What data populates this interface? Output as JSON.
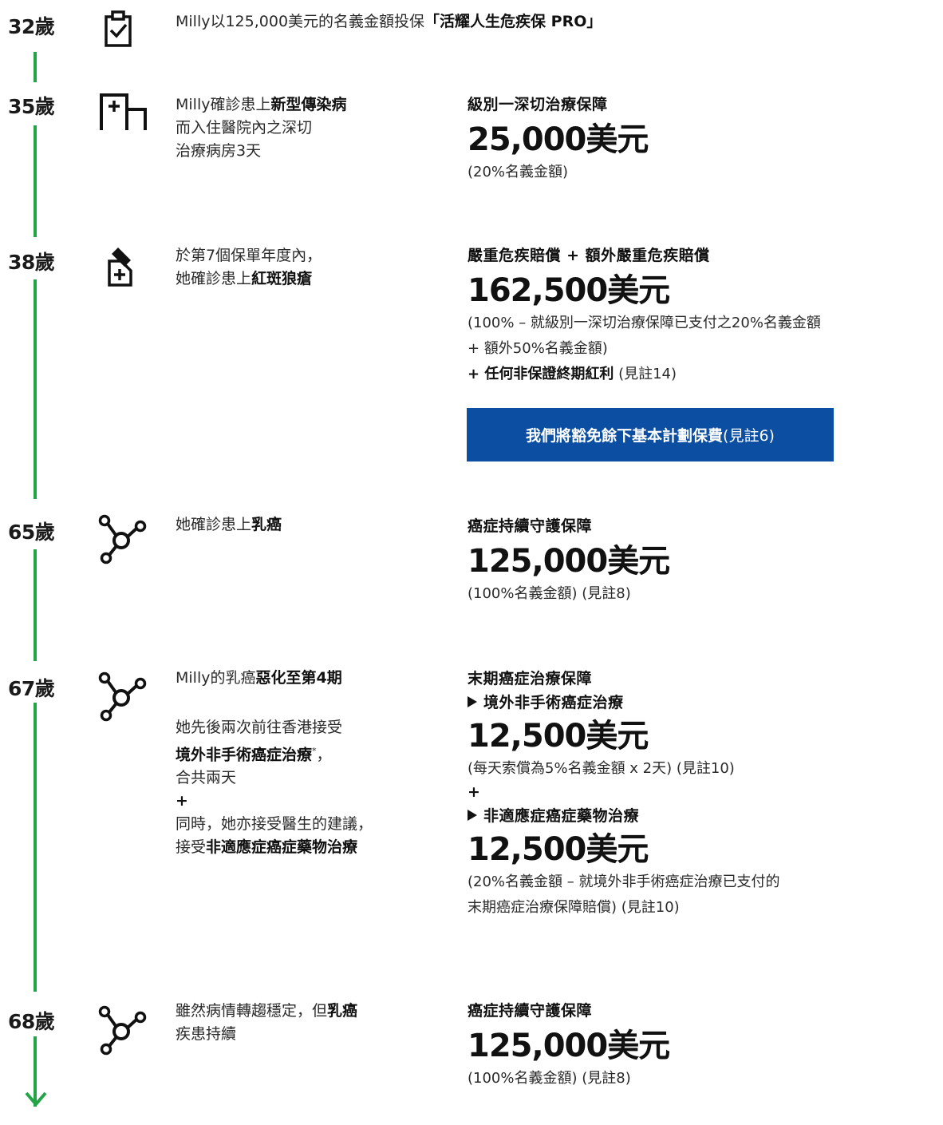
{
  "colors": {
    "timeline": "#22a447",
    "waiver_bg": "#0b4ea2"
  },
  "events": [
    {
      "age": "32歲",
      "icon": "clipboard-check-icon",
      "desc": {
        "pre": "Milly以125,000美元的名義金額投保",
        "bold": "「活耀人生危疾保 PRO」"
      }
    },
    {
      "age": "35歲",
      "icon": "hospital-bed-icon",
      "desc": {
        "pre": "Milly確診患上",
        "bold": "新型傳染病",
        "line2": "而入住醫院內之深切",
        "line3": "治療病房3天"
      },
      "benefit": {
        "title": "級別一深切治療保障",
        "amount": "25,000美元",
        "note": "(20%名義金額)"
      }
    },
    {
      "age": "38歲",
      "icon": "medicine-bottle-icon",
      "desc": {
        "line1": "於第7個保單年度內，",
        "pre": "她確診患上",
        "bold": "紅斑狼瘡"
      },
      "benefit": {
        "title": "嚴重危疾賠償 + 額外嚴重危疾賠償",
        "amount": "162,500美元",
        "note1": "(100% – 就級別一深切治療保障已支付之20%名義金額",
        "note2": "+ 額外50%名義金額)",
        "bonus_bold": "+ 任何非保證終期紅利",
        "bonus_ref": " (見註14)"
      },
      "waiver": {
        "bold": "我們將豁免餘下基本計劃保費",
        "ref": " (見註6)"
      }
    },
    {
      "age": "65歲",
      "icon": "molecule-icon",
      "desc": {
        "pre": "她確診患上",
        "bold": "乳癌"
      },
      "benefit": {
        "title": "癌症持續守護保障",
        "amount": "125,000美元",
        "note": "(100%名義金額) (見註8)"
      }
    },
    {
      "age": "67歲",
      "icon": "molecule-icon",
      "desc": {
        "pre": "Milly的乳癌",
        "bold": "惡化至第4期",
        "p2_line1": "她先後兩次前往香港接受",
        "p2_bold": "境外非手術癌症治療",
        "p2_sup": "*",
        "p2_comma": "，",
        "p2_line3": "合共兩天",
        "plus": "+",
        "p3_line1": "同時，她亦接受醫生的建議，",
        "p3_pre": "接受",
        "p3_bold": "非適應症癌症藥物治療"
      },
      "benefit": {
        "title": "末期癌症治療保障",
        "sub1": "境外非手術癌症治療",
        "amount1": "12,500美元",
        "note1": "(每天索償為5%名義金額 x 2天) (見註10)",
        "plus": "+",
        "sub2": "非適應症癌症藥物治療",
        "amount2": "12,500美元",
        "note2a": "(20%名義金額 – 就境外非手術癌症治療已支付的",
        "note2b": "末期癌症治療保障賠償) (見註10)"
      }
    },
    {
      "age": "68歲",
      "icon": "molecule-icon",
      "desc": {
        "pre": "雖然病情轉趨穩定，但",
        "bold": "乳癌",
        "line2": "疾患持續"
      },
      "benefit": {
        "title": "癌症持續守護保障",
        "amount": "125,000美元",
        "note": "(100%名義金額) (見註8)"
      }
    }
  ]
}
